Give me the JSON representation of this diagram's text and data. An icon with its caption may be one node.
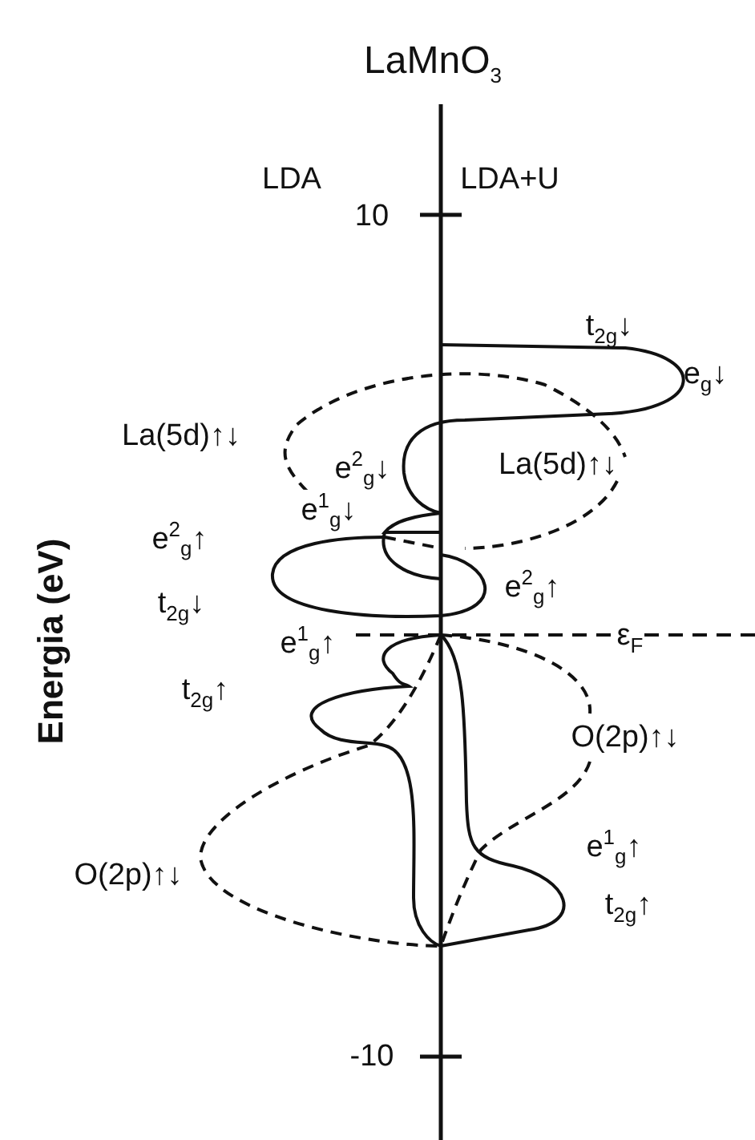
{
  "diagram": {
    "title": "LaMnO$_{3}$",
    "labels": [
      "LDA",
      "LDA+U",
      "10",
      "t$_{2g}$↓",
      "e$_{g}$↓",
      "La(5d)↑↓",
      "e$^{2}$$_{g}$↓",
      "La(5d)↑↓",
      "e$^{2}$$_{g}$↑",
      "e$^{1}$$_{g}$↓",
      "e$^{2}$$_{g}$↑",
      "t$_{2g}$↓",
      "e$^{1}$$_{g}$↑",
      "ε$_{F}$",
      "t$_{2g}$↑",
      "O(2p)↑↓",
      "e$^{1}$$_{g}$↑",
      "O(2p)↑↓",
      "t$_{2g}$↑",
      "-10",
      "Energia (eV)"
    ]
  }
}
